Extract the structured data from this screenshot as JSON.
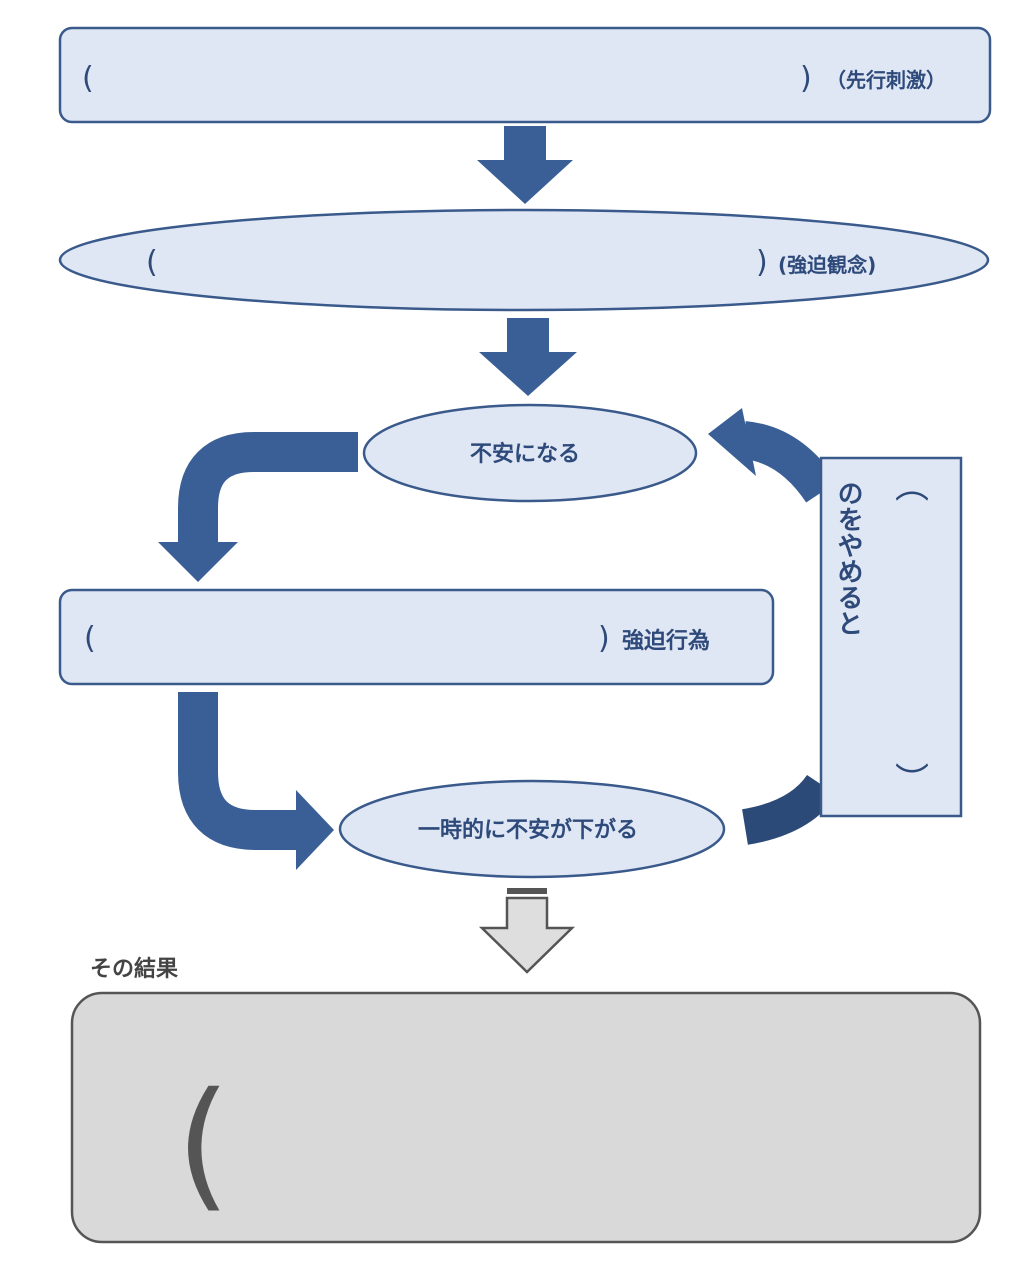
{
  "colors": {
    "box_fill": "#dfe6f4",
    "box_stroke": "#3a5a8c",
    "arrow": "#3a5f96",
    "gray_box_fill": "#d9d9d9",
    "gray_box_stroke": "#555555",
    "gray_arrow_fill": "#dedede",
    "gray_arrow_stroke": "#555555"
  },
  "nodes": {
    "antecedent": {
      "open_paren": "(",
      "close_paren": ")",
      "label": "（先行刺激）"
    },
    "obsession": {
      "open_paren": "(",
      "close_paren": ")",
      "label": "(強迫観念)"
    },
    "anxiety": {
      "label": "不安になる"
    },
    "compulsion": {
      "open_paren": "(",
      "close_paren": ")",
      "label": "強迫行為"
    },
    "relief": {
      "label": "一時的に不安が下がる"
    },
    "stop_box": {
      "open_paren": "︵",
      "close_paren": "︶",
      "label": "のをやめると"
    },
    "result": {
      "caption": "その結果",
      "open_paren": "("
    }
  }
}
